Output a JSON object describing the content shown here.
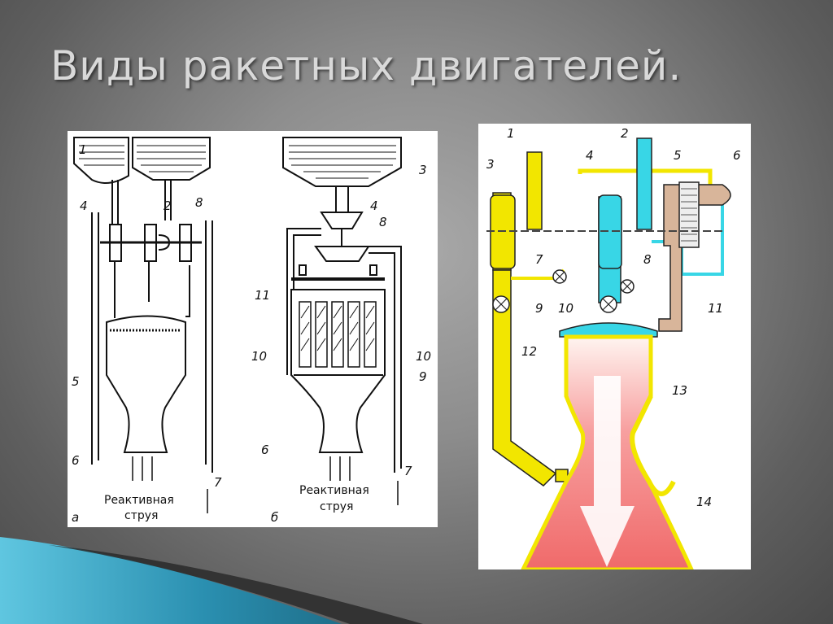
{
  "slide": {
    "title": "Виды ракетных двигателей."
  },
  "left_diagram": {
    "variant_a": {
      "letter": "а",
      "caption_line1": "Реактивная",
      "caption_line2": "струя",
      "labels": [
        "1",
        "2",
        "4",
        "8",
        "5",
        "6",
        "7"
      ]
    },
    "variant_b": {
      "letter": "б",
      "caption_line1": "Реактивная",
      "caption_line2": "струя",
      "labels": [
        "3",
        "4",
        "8",
        "11",
        "10",
        "10",
        "9",
        "6",
        "7"
      ]
    }
  },
  "right_diagram": {
    "labels": [
      "1",
      "2",
      "3",
      "4",
      "5",
      "6",
      "7",
      "8",
      "9",
      "10",
      "11",
      "12",
      "13",
      "14"
    ]
  },
  "colors": {
    "fuel": "#f2e600",
    "oxidizer": "#38d6e6",
    "gas_generator": "#d8b59a",
    "exhaust": "#f26a6a"
  }
}
